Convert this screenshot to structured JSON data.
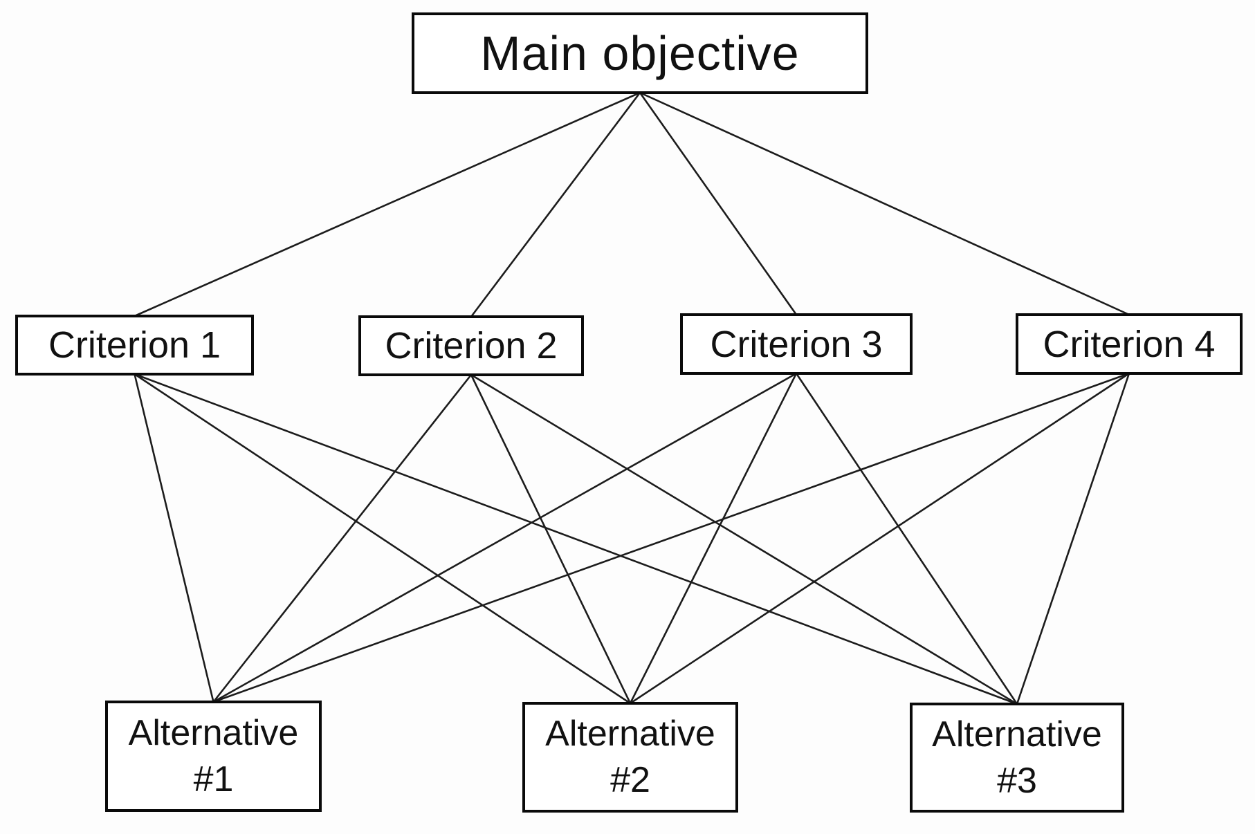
{
  "diagram": {
    "background": "#fdfdfd",
    "box_fill": "#ffffff",
    "box_border_color": "#0a0a0a",
    "text_color": "#111111",
    "line_color": "#1c1c1c",
    "nodes": [
      {
        "id": "main-objective",
        "label": "Main objective"
      },
      {
        "id": "criterion-1",
        "label": "Criterion 1"
      },
      {
        "id": "criterion-2",
        "label": "Criterion 2"
      },
      {
        "id": "criterion-3",
        "label": "Criterion 3"
      },
      {
        "id": "criterion-4",
        "label": "Criterion 4"
      },
      {
        "id": "alternative-1",
        "label": "Alternative",
        "sublabel": "#1"
      },
      {
        "id": "alternative-2",
        "label": "Alternative",
        "sublabel": "#2"
      },
      {
        "id": "alternative-3",
        "label": "Alternative",
        "sublabel": "#3"
      }
    ],
    "edges": [
      [
        "main-objective",
        "criterion-1"
      ],
      [
        "main-objective",
        "criterion-2"
      ],
      [
        "main-objective",
        "criterion-3"
      ],
      [
        "main-objective",
        "criterion-4"
      ],
      [
        "criterion-1",
        "alternative-1"
      ],
      [
        "criterion-1",
        "alternative-2"
      ],
      [
        "criterion-1",
        "alternative-3"
      ],
      [
        "criterion-2",
        "alternative-1"
      ],
      [
        "criterion-2",
        "alternative-2"
      ],
      [
        "criterion-2",
        "alternative-3"
      ],
      [
        "criterion-3",
        "alternative-1"
      ],
      [
        "criterion-3",
        "alternative-2"
      ],
      [
        "criterion-3",
        "alternative-3"
      ],
      [
        "criterion-4",
        "alternative-1"
      ],
      [
        "criterion-4",
        "alternative-2"
      ],
      [
        "criterion-4",
        "alternative-3"
      ]
    ]
  }
}
